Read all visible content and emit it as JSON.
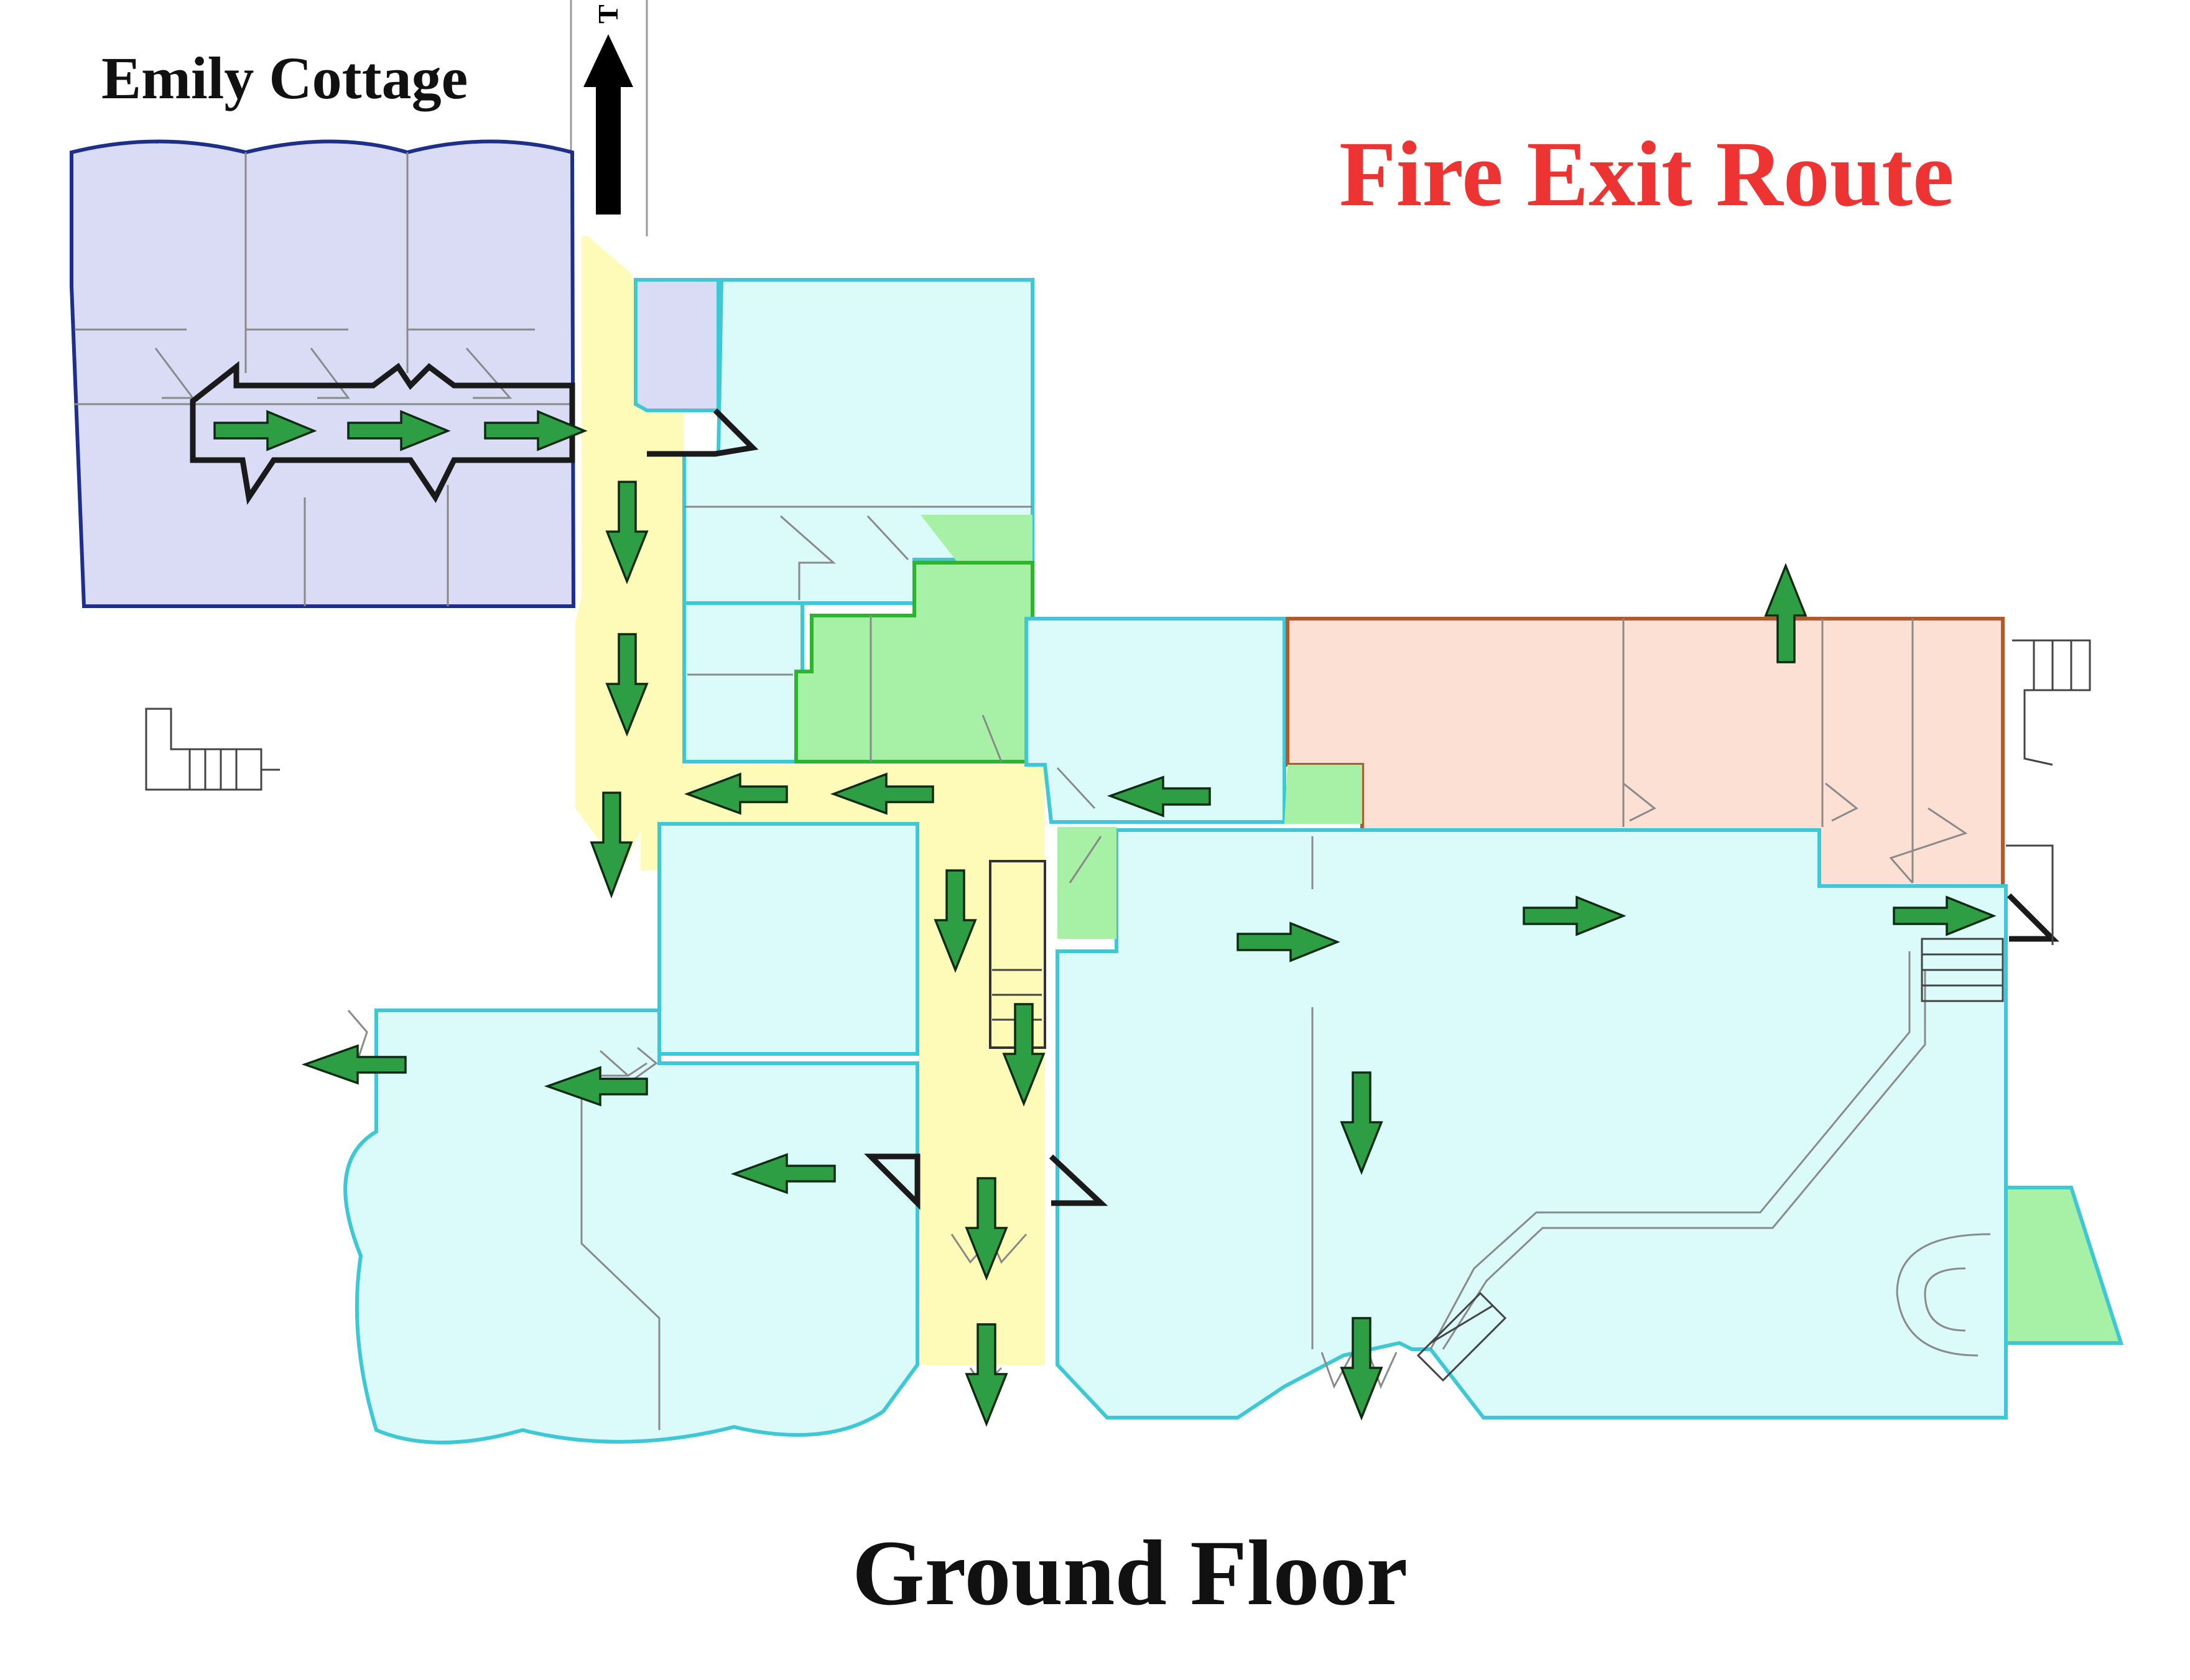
{
  "labels": {
    "cottage": "Emily Cottage",
    "title": "Fire Exit Route",
    "floor": "Ground Floor",
    "path_label": "T"
  },
  "colors": {
    "title": "#ee3333",
    "text": "#111111",
    "corridor": "#fdfbb7",
    "room_blue": "#dbfbfb",
    "room_blue_border": "#3ec7d4",
    "cottage": "#dadcf6",
    "cottage_border": "#1d2f8a",
    "green_room": "#a6f1a6",
    "green_room_border": "#2eb52e",
    "orange_room": "#fde0d4",
    "orange_room_border": "#b5582e",
    "arrow": "#2e9e44",
    "path_arrow": "#000000"
  },
  "icons": [
    "exit-arrow-icon",
    "up-arrow-icon",
    "staircase-icon",
    "door-swing-icon"
  ]
}
